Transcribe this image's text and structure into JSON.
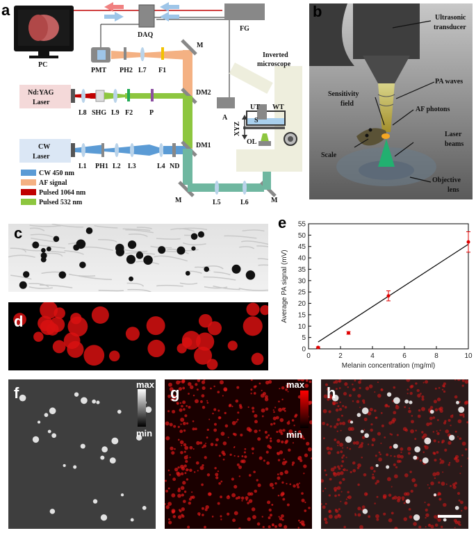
{
  "panel_letters": {
    "a": "a",
    "b": "b",
    "c": "c",
    "d": "d",
    "e": "e",
    "f": "f",
    "g": "g",
    "h": "h"
  },
  "setup": {
    "pc": "PC",
    "daq": "DAQ",
    "fg": "FG",
    "pmt": "PMT",
    "ph2": "PH2",
    "l7": "L7",
    "f1": "F1",
    "m": "M",
    "ndyag": "Nd:YAG\nLaser",
    "ndyag_l1": "Nd:YAG",
    "ndyag_l2": "Laser",
    "l8": "L8",
    "shg": "SHG",
    "l9": "L9",
    "f2": "F2",
    "p": "P",
    "dm2": "DM2",
    "dm1": "DM1",
    "a": "A",
    "cw_l1": "CW",
    "cw_l2": "Laser",
    "l1": "L1",
    "ph1": "PH1",
    "l2": "L2",
    "l3": "L3",
    "l4": "L4",
    "nd": "ND",
    "l5": "L5",
    "l6": "L6",
    "inv1": "Inverted",
    "inv2": "microscope",
    "ut": "UT",
    "wt": "WT",
    "s": "S",
    "ol": "OL",
    "xyz": "XYZ"
  },
  "legend": [
    {
      "label": "CW 450 nm",
      "color": "#5b9bd5"
    },
    {
      "label": "AF signal",
      "color": "#f4b183"
    },
    {
      "label": "Pulsed 1064 nm",
      "color": "#c00000"
    },
    {
      "label": "Pulsed 532 nm",
      "color": "#8dc63f"
    }
  ],
  "panel_b": {
    "ultrasonic1": "Ultrasonic",
    "ultrasonic2": "transducer",
    "pa_waves": "PA waves",
    "sens1": "Sensitivity",
    "sens2": "field",
    "af_photons": "AF photons",
    "scale": "Scale",
    "laser1": "Laser",
    "laser2": "beams",
    "obj1": "Objective",
    "obj2": "lens"
  },
  "colorbar": {
    "max": "max",
    "min": "min"
  },
  "chart_data": {
    "type": "scatter",
    "xlabel": "Melanin concentration (mg/ml)",
    "ylabel": "Average PA signal (mV)",
    "xlim": [
      0,
      10
    ],
    "ylim": [
      0,
      55
    ],
    "xticks": [
      0,
      2,
      4,
      6,
      8,
      10
    ],
    "yticks": [
      0,
      5,
      10,
      15,
      20,
      25,
      30,
      35,
      40,
      45,
      50,
      55
    ],
    "points": [
      {
        "x": 0.6,
        "y": 0.6,
        "err": 0.3
      },
      {
        "x": 2.5,
        "y": 7.0,
        "err": 0.6
      },
      {
        "x": 5.0,
        "y": 23.3,
        "err": 2.2
      },
      {
        "x": 10.0,
        "y": 47.0,
        "err": 4.5
      }
    ],
    "fit": {
      "x": [
        0.6,
        10.0
      ],
      "y": [
        3.0,
        46.0
      ]
    },
    "point_color": "#e00000",
    "line_color": "#000000",
    "grid": false
  }
}
